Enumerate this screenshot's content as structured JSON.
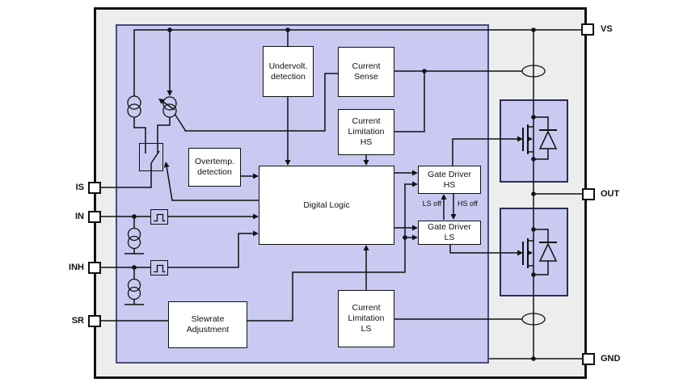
{
  "pins": {
    "vs": "VS",
    "out": "OUT",
    "gnd": "GND",
    "is": "IS",
    "in": "IN",
    "inh": "INH",
    "sr": "SR"
  },
  "blocks": {
    "undervolt_detection": "Undervolt.\ndetection",
    "current_sense": "Current\nSense",
    "current_limitation_hs": "Current\nLimitation\nHS",
    "overtemp_detection": "Overtemp.\ndetection",
    "digital_logic": "Digital Logic",
    "gate_driver_hs": "Gate Driver\nHS",
    "gate_driver_ls": "Gate Driver\nLS",
    "slewrate_adjustment": "Slewrate\nAdjustment",
    "current_limitation_ls": "Current\nLimitation\nLS"
  },
  "signals": {
    "ls_off": "LS off",
    "hs_off": "HS off"
  },
  "icons": {
    "schmitt_trigger": "hysteresis-symbol",
    "current_source": "double-circle-symbol",
    "mosfet": "n-mosfet-with-body-diode",
    "sense_loop": "wire-loop-ellipse"
  },
  "colors": {
    "logic_area": "#c9c9f1",
    "chip_body": "#ededed",
    "block_fill": "#ffffff",
    "wire": "#111111"
  }
}
